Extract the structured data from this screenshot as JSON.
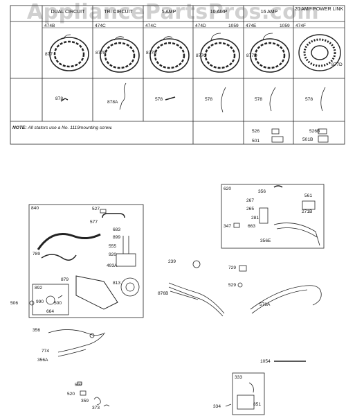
{
  "watermark": "AppliancePartsPros.com",
  "table": {
    "col_headers": [
      "DUAL CIRCUIT",
      "TRI CIRCUIT",
      "5 AMP",
      "10 AMP",
      "16 AMP",
      "20 AMP POWER LINK"
    ],
    "part_labels": {
      "c1": [
        "474B",
        "877",
        "878"
      ],
      "c2": [
        "474C",
        "877B",
        "878A"
      ],
      "c3": [
        "474C",
        "877B",
        "578"
      ],
      "c4": [
        "474D",
        "1059",
        "877C",
        "578"
      ],
      "c5": [
        "474E",
        "1059",
        "877D",
        "578"
      ],
      "c6": [
        "474F",
        "877D",
        "578"
      ]
    },
    "note_prefix": "NOTE:",
    "note_text": "All stators use a No. 1119mounting screw.",
    "bottom_labels": [
      "526",
      "501",
      "526B",
      "501B"
    ]
  },
  "box_840": {
    "title": "840",
    "labels": [
      "527",
      "577",
      "683",
      "899",
      "555",
      "920",
      "493A",
      "789",
      "879",
      "813"
    ]
  },
  "box_892": {
    "title": "892",
    "labels": [
      "990",
      "500",
      "664"
    ]
  },
  "box_620": {
    "title": "620",
    "labels": [
      "356",
      "561",
      "267",
      "271B",
      "265",
      "281",
      "347",
      "663",
      "356E"
    ]
  },
  "box_333": {
    "title": "333",
    "labels": [
      "851"
    ]
  },
  "free_labels": [
    "506",
    "239",
    "876B",
    "729",
    "529",
    "578A",
    "356",
    "774",
    "356A",
    "1054",
    "507",
    "520",
    "359",
    "373",
    "334"
  ]
}
